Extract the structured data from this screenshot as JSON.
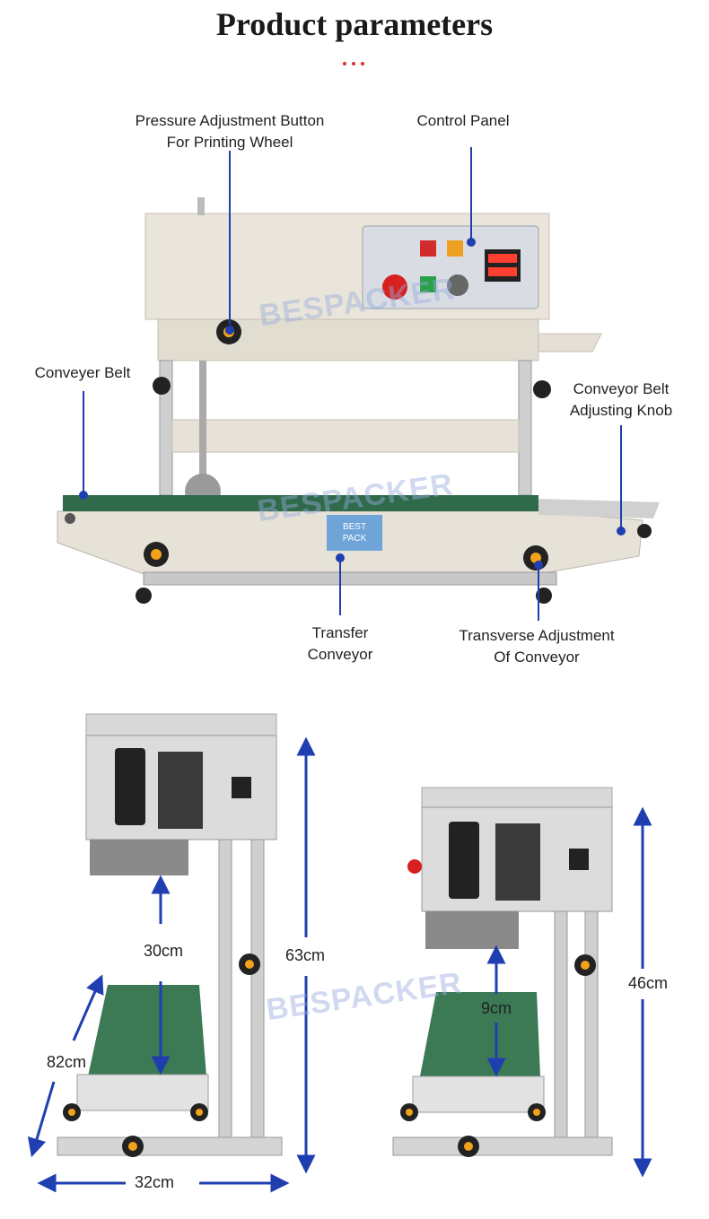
{
  "header": {
    "title": "Product parameters"
  },
  "callouts": {
    "pressure_button": [
      "Pressure Adjustment Button",
      "For Printing Wheel"
    ],
    "control_panel": "Control Panel",
    "conveyer_belt": "Conveyer Belt",
    "belt_knob": [
      "Conveyor Belt",
      "Adjusting Knob"
    ],
    "transfer_conveyor": [
      "Transfer",
      "Conveyor"
    ],
    "transverse_adjustment": [
      "Transverse Adjustment",
      "Of Conveyor"
    ]
  },
  "dimensions": {
    "left_unit": {
      "height_gap": "30cm",
      "total_height": "63cm",
      "depth": "82cm",
      "width": "32cm"
    },
    "right_unit": {
      "height_gap": "9cm",
      "total_height": "46cm"
    }
  },
  "watermark": "BESPACKER",
  "device_label": {
    "line1": "BEST",
    "line2": "PACK"
  },
  "colors": {
    "accent": "#1f3fb0",
    "dots": "#d93030",
    "knob": "#f2a21b",
    "body": "#e9e5da",
    "belt": "#2f6b4a"
  }
}
